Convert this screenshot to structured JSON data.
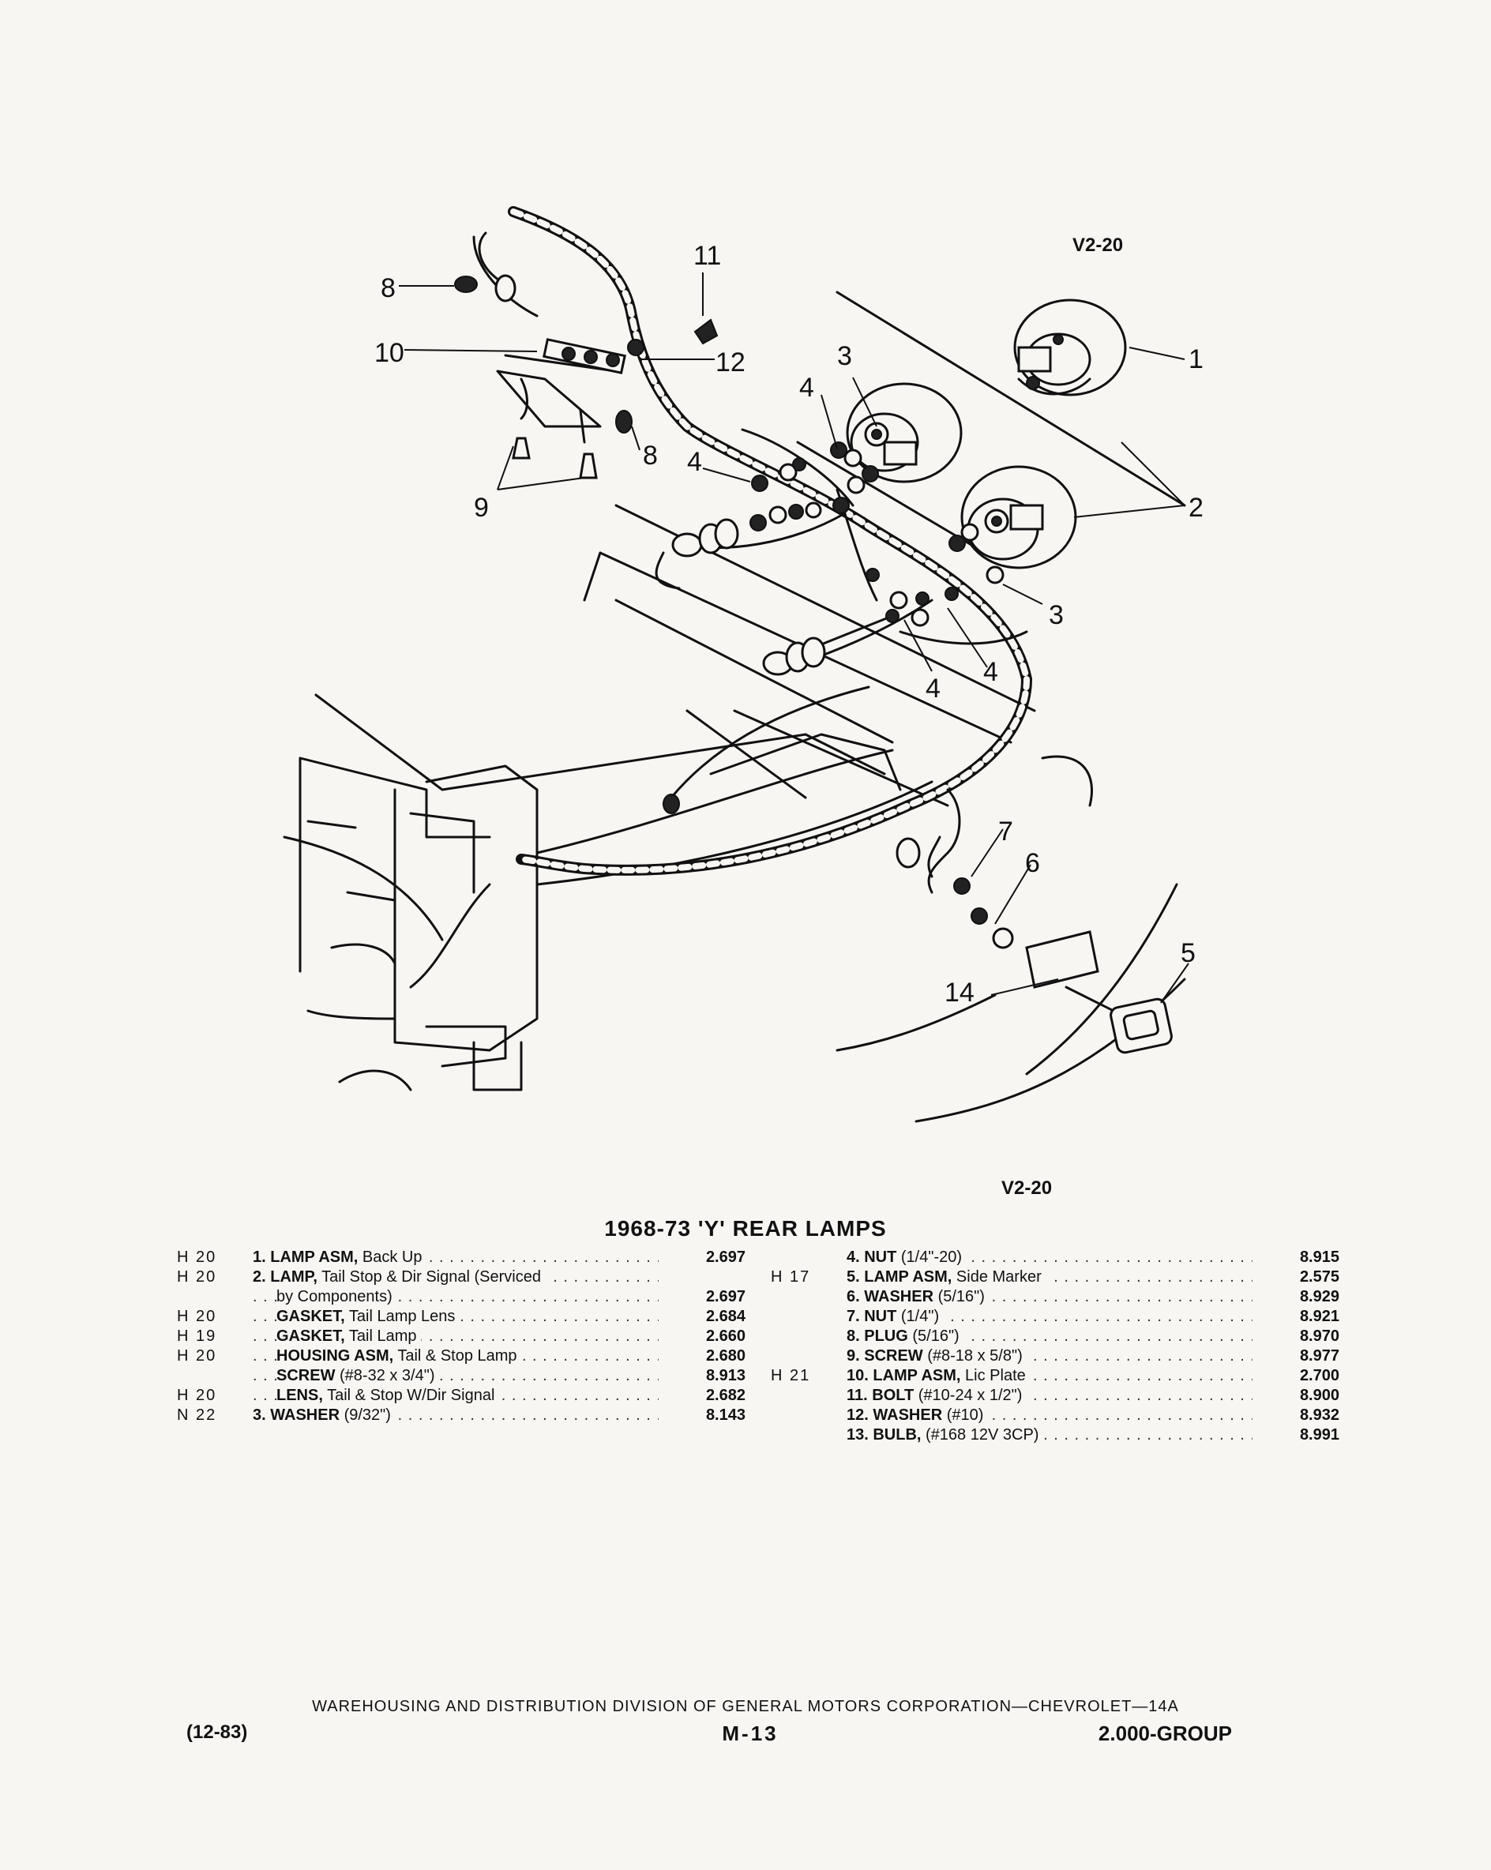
{
  "figure": {
    "tag_top": "V2-20",
    "tag_bottom": "V2-20",
    "callouts": [
      "1",
      "2",
      "3",
      "3",
      "4",
      "4",
      "4",
      "4",
      "5",
      "6",
      "7",
      "8",
      "8",
      "9",
      "10",
      "11",
      "12",
      "14"
    ]
  },
  "title": "1968-73 'Y' REAR LAMPS",
  "parts_left": [
    {
      "code": "H 20",
      "label": "1. LAMP ASM,",
      "rest": " Back Up",
      "group": "2.697"
    },
    {
      "code": "H 20",
      "label": "2. LAMP,",
      "rest": " Tail Stop & Dir Signal (Serviced",
      "group": ""
    },
    {
      "code": "",
      "label": "",
      "rest": "by Components)",
      "group": "2.697",
      "indent": true
    },
    {
      "code": "H 20",
      "label": "GASKET,",
      "rest": " Tail Lamp Lens",
      "group": "2.684",
      "indent": true
    },
    {
      "code": "H 19",
      "label": "GASKET,",
      "rest": " Tail Lamp",
      "group": "2.660",
      "indent": true
    },
    {
      "code": "H 20",
      "label": "HOUSING ASM,",
      "rest": " Tail & Stop Lamp",
      "group": "2.680",
      "indent": true
    },
    {
      "code": "",
      "label": "SCREW",
      "rest": " (#8-32 x 3/4\")",
      "group": "8.913",
      "indent": true
    },
    {
      "code": "H 20",
      "label": "LENS,",
      "rest": " Tail & Stop W/Dir Signal",
      "group": "2.682",
      "indent": true
    },
    {
      "code": "N 22",
      "label": "3. WASHER",
      "rest": " (9/32\")",
      "group": "8.143"
    }
  ],
  "parts_right": [
    {
      "code": "",
      "label": "4. NUT",
      "rest": " (1/4\"-20)",
      "group": "8.915"
    },
    {
      "code": "H 17",
      "label": "5. LAMP ASM,",
      "rest": " Side Marker",
      "group": "2.575"
    },
    {
      "code": "",
      "label": "6. WASHER",
      "rest": " (5/16\")",
      "group": "8.929"
    },
    {
      "code": "",
      "label": "7. NUT",
      "rest": " (1/4\")",
      "group": "8.921"
    },
    {
      "code": "",
      "label": "8. PLUG",
      "rest": " (5/16\")",
      "group": "8.970"
    },
    {
      "code": "",
      "label": "9. SCREW",
      "rest": " (#8-18 x 5/8\")",
      "group": "8.977"
    },
    {
      "code": "H 21",
      "label": "10. LAMP ASM,",
      "rest": " Lic Plate",
      "group": "2.700"
    },
    {
      "code": "",
      "label": "11. BOLT",
      "rest": " (#10-24 x 1/2\")",
      "group": "8.900"
    },
    {
      "code": "",
      "label": "12. WASHER",
      "rest": " (#10)",
      "group": "8.932"
    },
    {
      "code": "",
      "label": "13. BULB,",
      "rest": " (#168 12V 3CP)",
      "group": "8.991"
    }
  ],
  "footer": {
    "division": "WAREHOUSING AND DISTRIBUTION DIVISION OF GENERAL MOTORS CORPORATION—CHEVROLET—14A",
    "date": "(12-83)",
    "page": "M-13",
    "group": "2.000-GROUP"
  }
}
